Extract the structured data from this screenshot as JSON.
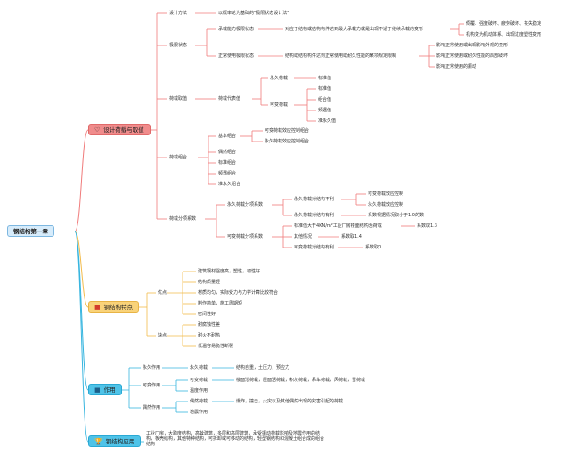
{
  "colors": {
    "root_fill": "#d7ecfb",
    "branch_design": "#f08c8c",
    "branch_features": "#f9d37a",
    "branch_action": "#4fc3e8",
    "branch_application": "#4fc3e8",
    "line_design": "#f07b7b",
    "line_features": "#f2bb4b",
    "line_action": "#37b5df",
    "line_application": "#37b5df"
  },
  "icons": {
    "design": "heart-icon",
    "features": "flag-icon",
    "action": "flag-icon",
    "application": "trophy-icon"
  },
  "root": "钢结构第一章",
  "branches": {
    "design": {
      "label": "设计荷载与取值",
      "design_method": "设计方法",
      "design_method_desc": "以概率论为基础的\"极限状态设计法\"",
      "limit_state": "极限状态",
      "ultimate": "承载能力极限状态",
      "ultimate_desc": "对应于结构或结构构件达到最大承载力或是出现不适于继续承载的变形",
      "ultimate_detail_1": "倾覆、强度破坏、疲劳破坏、丧失稳定",
      "ultimate_detail_2": "机构变为机动体系、出现过度塑性变形",
      "serviceability": "正常使用极限状态",
      "serviceability_desc": "结构或结构构件达到正常使用或耐久性能的某项规定限制",
      "service_detail_1": "影响正常使用或出现影响外观的变形",
      "service_detail_2": "影响正常使用或耐久性能的局部破坏",
      "service_detail_3": "影响正常使用的振动",
      "load_values": "荷载取值",
      "representative": "荷载代表值",
      "permanent_load": "永久荷载",
      "standard_value": "标准值",
      "variable_load": "可变荷载",
      "variable_values": [
        "标准值",
        "组合值",
        "频遇值",
        "准永久值"
      ],
      "load_combination": "荷载组合",
      "basic_combination": "基本组合",
      "variable_controlled": "可变荷载效应控制组合",
      "permanent_controlled": "永久荷载效应控制组合",
      "other_combinations": [
        "偶然组合",
        "标准组合",
        "频遇组合",
        "准永久组合"
      ],
      "partial_factors": "荷载分项系数",
      "permanent_factor": "永久荷载分项系数",
      "unfavorable": "永久荷载对结构不利",
      "unfavorable_items": [
        "可变荷载效应控制",
        "永久荷载效应控制"
      ],
      "favorable": "永久荷载对结构有利",
      "favorable_desc": "系数根据情况取小于1.0的数",
      "variable_factor": "可变荷载分项系数",
      "heavy_live_load": "标准值大于4KN/m²工业厂房楼面结构活荷载",
      "factor_1_3": "系数取1.3",
      "other_cases": "其他情况",
      "factor_1_4": "系数取1.4",
      "variable_favorable": "可变荷载对结构有利",
      "factor_0": "系数取0"
    },
    "features": {
      "label": "钢结构特点",
      "advantages": "优点",
      "advantage_items": [
        "建筑钢材强度高，塑性，韧性好",
        "结构质量轻",
        "材质均匀，实际受力与力学计算比较符合",
        "制作简单，施工周期短",
        "密闭性好"
      ],
      "disadvantages": "缺点",
      "disadvantage_items": [
        "耐腐蚀性差",
        "耐火不耐热",
        "低温容易脆性断裂"
      ]
    },
    "action": {
      "label": "作用",
      "permanent": "永久作用",
      "permanent_load": "永久荷载",
      "permanent_desc": "结构自重，土压力，预应力",
      "variable": "可变作用",
      "variable_load": "可变荷载",
      "variable_desc": "楼面活荷载，屋面活荷载，积灰荷载，吊车荷载，风荷载，雪荷载",
      "temperature": "温度作用",
      "accidental": "偶然作用",
      "accidental_load": "偶然荷载",
      "accidental_desc": "爆炸，撞击，火灾以及其他偶然出现的灾害引起的荷载",
      "earthquake": "地震作用"
    },
    "application": {
      "label": "钢结构应用",
      "desc": "工业厂房，大跨度结构，高耸建筑，多层和高层建筑，承受振动荷载影响及地震作用的结构，板壳结构，其他特种结构，可拆卸或可移动的结构，轻型钢结构和混凝土组合成的组合结构"
    }
  }
}
